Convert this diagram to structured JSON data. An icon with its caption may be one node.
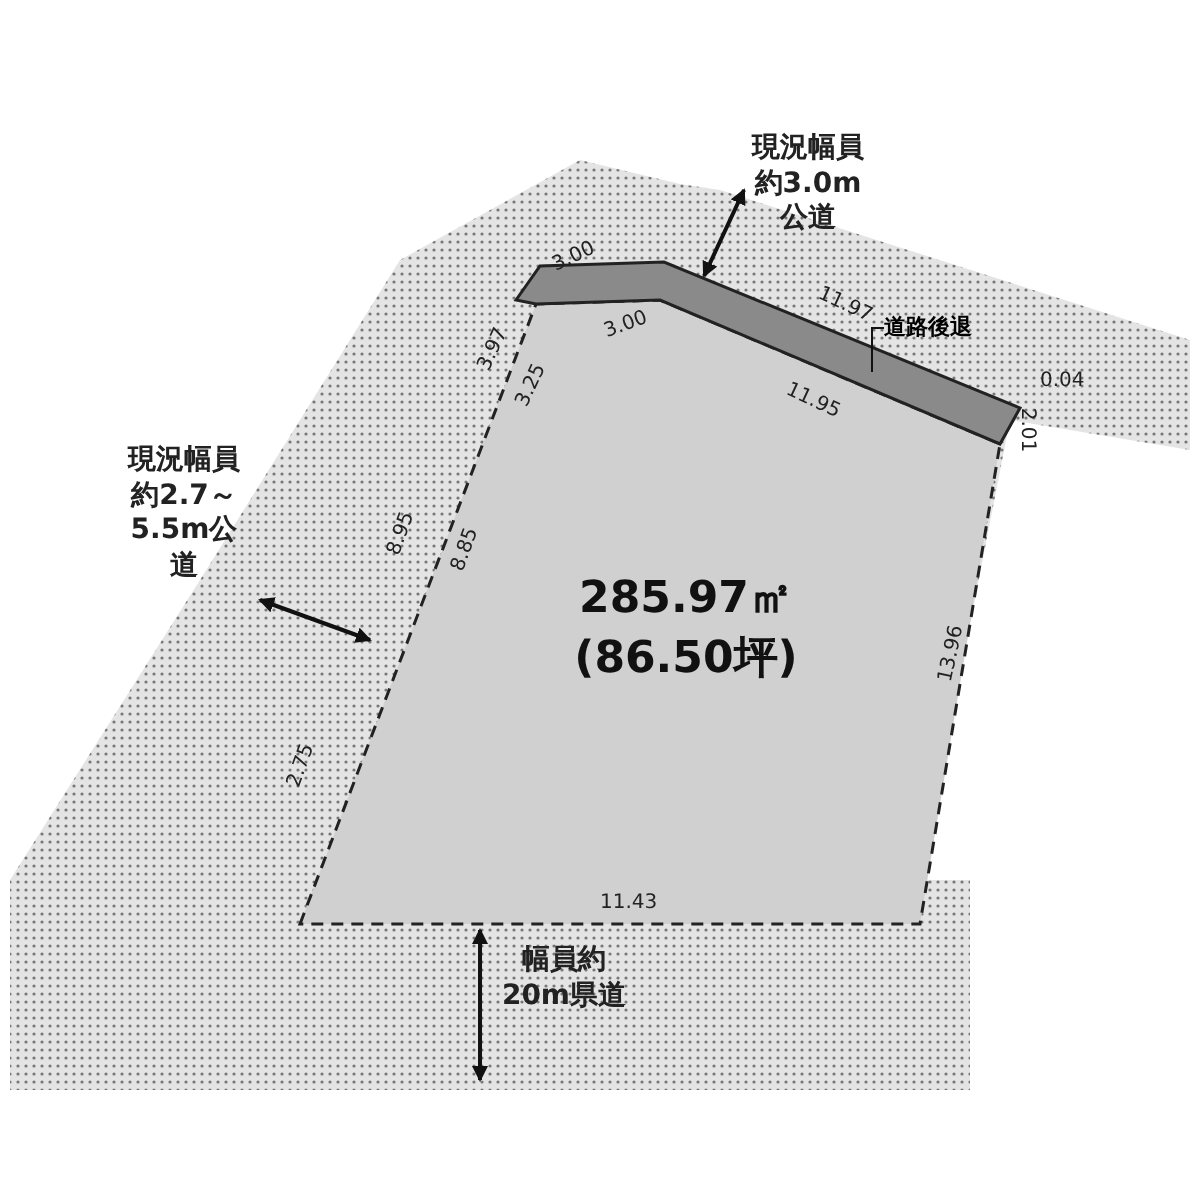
{
  "diagram": {
    "nodes": [
      {
        "text": [
          "285.97㎡ (86.50坪)"
        ]
      },
      {
        "text": [],
        "shape": "bar"
      },
      {
        "text": [
          "道路後退"
        ]
      }
    ],
    "edges": [
      {
        "from": 2,
        "to": 1,
        "arrow": "none"
      }
    ],
    "labels": [
      "現況幅員約3.0m公道",
      "3.00",
      "3.97",
      "3.00",
      "11.97",
      "3.25",
      "11.95",
      "0.04",
      "2.01",
      "現況幅員約2.7～5.5m公道",
      "8.95",
      "8.85",
      "13.96",
      "2.75",
      "11.43",
      "幅員約20m県道"
    ]
  }
}
